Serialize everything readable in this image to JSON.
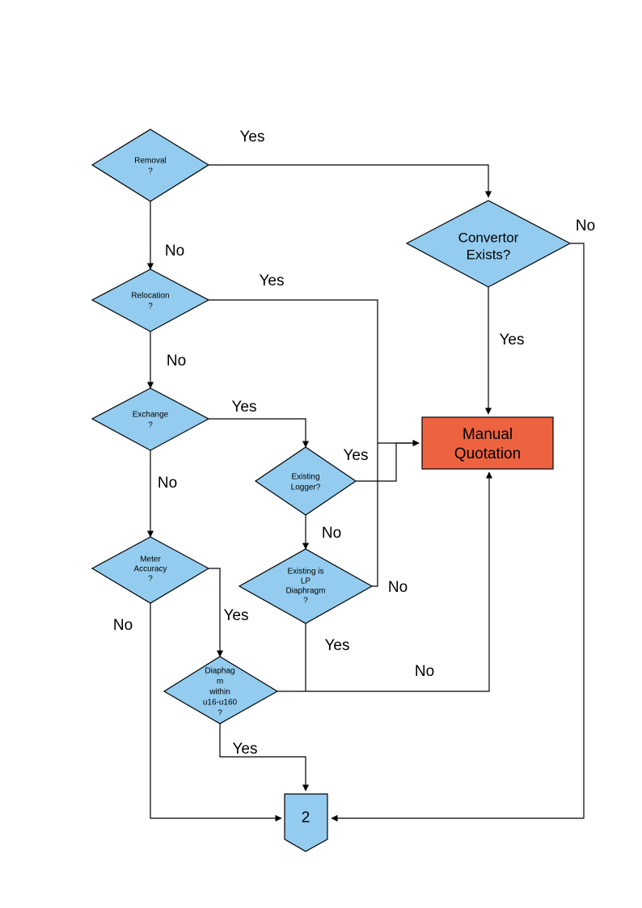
{
  "diagram": {
    "type": "flowchart",
    "title": "",
    "colors": {
      "decision_fill": "#93CCEF",
      "process_fill": "#ED6340",
      "connector_fill": "#93CCEF",
      "line": "#000000",
      "background": "#FFFFFF"
    },
    "nodes": [
      {
        "id": "removal",
        "shape": "decision",
        "lines": [
          "Removal",
          "?"
        ]
      },
      {
        "id": "relocation",
        "shape": "decision",
        "lines": [
          "Relocation",
          "?"
        ]
      },
      {
        "id": "exchange",
        "shape": "decision",
        "lines": [
          "Exchange",
          "?"
        ]
      },
      {
        "id": "meter-accuracy",
        "shape": "decision",
        "lines": [
          "Meter",
          "Accuracy",
          "?"
        ]
      },
      {
        "id": "convertor",
        "shape": "decision",
        "lines": [
          "Convertor",
          "Exists?"
        ]
      },
      {
        "id": "existing-logger",
        "shape": "decision",
        "lines": [
          "Existing",
          "Logger?"
        ]
      },
      {
        "id": "existing-lp",
        "shape": "decision",
        "lines": [
          "Existing is",
          "LP",
          "Diaphragm",
          "?"
        ]
      },
      {
        "id": "diaphagm-range",
        "shape": "decision",
        "lines": [
          "Diaphag",
          "m",
          "within",
          "u16-u160",
          "?"
        ]
      },
      {
        "id": "manual-quotation",
        "shape": "process",
        "lines": [
          "Manual",
          "Quotation"
        ]
      },
      {
        "id": "connector-2",
        "shape": "connector",
        "lines": [
          "2"
        ]
      }
    ],
    "edge_labels": {
      "removal_yes": "Yes",
      "removal_no": "No",
      "relocation_yes": "Yes",
      "relocation_no": "No",
      "exchange_yes": "Yes",
      "exchange_no": "No",
      "meter_accuracy_yes": "Yes",
      "meter_accuracy_no": "No",
      "convertor_yes": "Yes",
      "convertor_no": "No",
      "logger_yes": "Yes",
      "logger_no": "No",
      "lp_yes": "Yes",
      "lp_no": "No",
      "diaphagm_yes": "Yes",
      "diaphagm_no": "No"
    }
  }
}
